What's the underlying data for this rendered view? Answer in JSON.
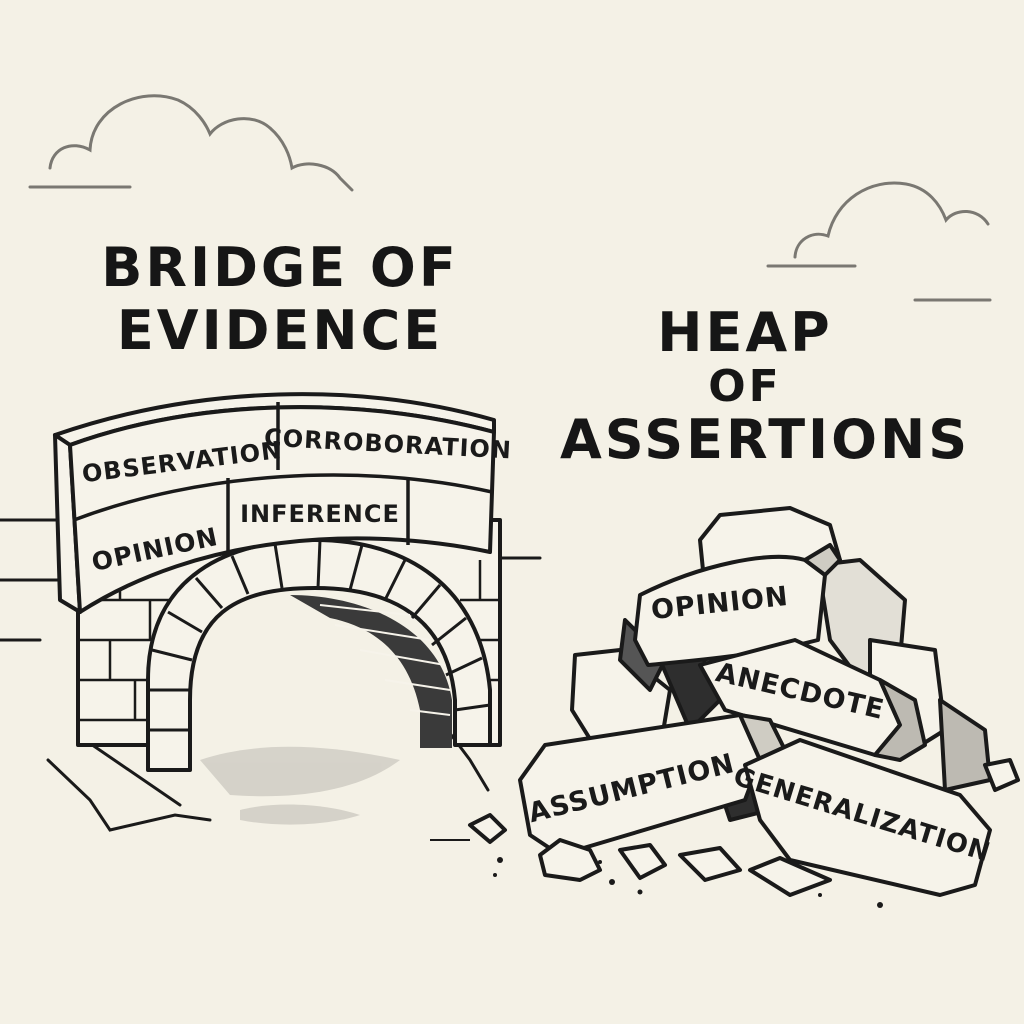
{
  "left_title": {
    "line1": "BRIDGE OF",
    "line2": "EVIDENCE"
  },
  "right_title": {
    "line1": "HEAP",
    "line2": "OF",
    "line3": "ASSERTIONS"
  },
  "bridge_blocks": {
    "observation": "OBSERVATION",
    "corroboration": "CORROBORATION",
    "opinion": "OPINION",
    "inference": "INFERENCE"
  },
  "heap_rocks": {
    "opinion": "OPINION",
    "anecdote": "ANECDOTE",
    "assumption": "ASSUMPTION",
    "generalization": "GENERALIZATION"
  },
  "colors": {
    "background": "#f4f1e6",
    "ink": "#1a1a1a",
    "stone": "#f6f3ea",
    "shade": "#bdbab2"
  }
}
